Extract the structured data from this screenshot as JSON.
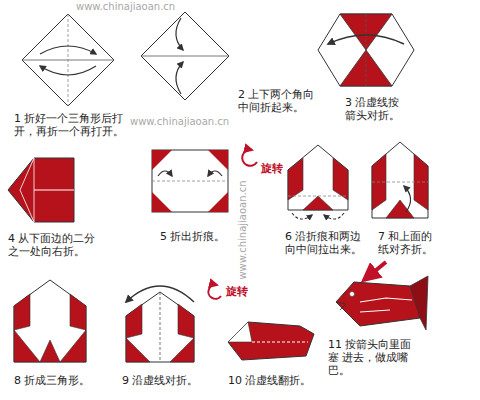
{
  "diagram": {
    "labels": [
      "www.chinajiaoan.cn",
      "1 折好一个三角形后打 开，再折一个再打开。",
      "www.chinajiaoan.cn",
      "2 上下两个角向 中间折起来。",
      "3 沿虚线按 箭头对折。",
      "4 从下面边的二分 之一处向右折。",
      "5 折出折痕。",
      "旋转",
      "www.chinajiaoan.cn",
      "6 沿折痕和两边 向中间拉出来。",
      "7 和上面的 纸对齐折。",
      "8 折成三角形。",
      "9 沿虚线对折。",
      "旋转",
      "10 沿虚线翻折。",
      "11 按箭头向里面塞 进去，做成嘴巴。"
    ]
  }
}
